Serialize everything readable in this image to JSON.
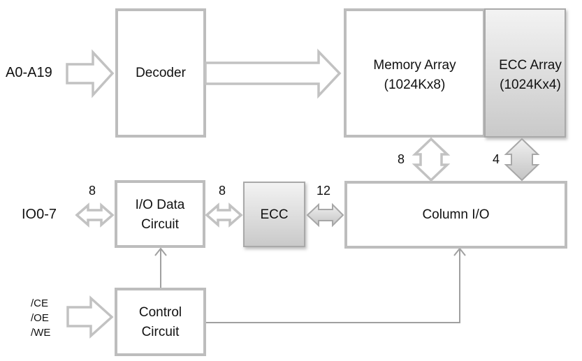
{
  "title": "SRAM with ECC block diagram",
  "blocks": {
    "decoder": "Decoder",
    "memory_array": {
      "line1": "Memory Array",
      "line2": "(1024Kx8)"
    },
    "ecc_array": {
      "line1": "ECC Array",
      "line2": "(1024Kx4)"
    },
    "io_data_circuit": {
      "line1": "I/O Data",
      "line2": "Circuit"
    },
    "ecc": "ECC",
    "column_io": "Column I/O",
    "control_circuit": {
      "line1": "Control",
      "line2": "Circuit"
    }
  },
  "signals": {
    "address": "A0-A19",
    "io": "IO0-7",
    "control": [
      "/CE",
      "/OE",
      "/WE"
    ]
  },
  "bus_widths": {
    "io_external": "8",
    "io_to_ecc": "8",
    "ecc_to_column": "12",
    "memory_to_column": "8",
    "ecc_array_to_column": "4"
  },
  "colors": {
    "outline": "#bdbdbd",
    "shaded_fill_top": "#f2f2f2",
    "shaded_fill_bottom": "#c9c9c9",
    "connector": "#a0a0a0"
  }
}
